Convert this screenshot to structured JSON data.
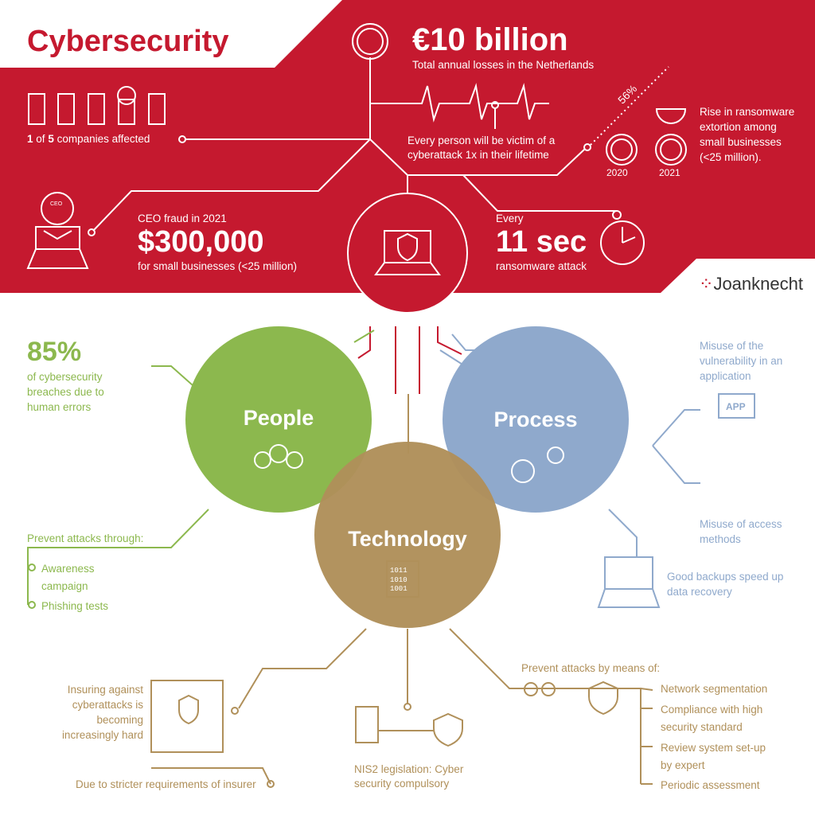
{
  "title": "Cybersecurity",
  "logo": "Joanknecht",
  "colors": {
    "red": "#c5192f",
    "people": "#8cb84e",
    "process": "#8fa9cc",
    "technology": "#b0905a"
  },
  "top": {
    "losses_value": "€10 billion",
    "losses_label": "Total annual losses in the Netherlands",
    "companies_n": "1",
    "companies_of": "of",
    "companies_total": "5",
    "companies_label": "companies affected",
    "victim_text": "Every person will be victim of a cyberattack 1x in their lifetime",
    "rise_pct": "56%",
    "year_a": "2020",
    "year_b": "2021",
    "rise_text": "Rise in ransomware extortion among small businesses (<25 million).",
    "ceo_pre": "CEO fraud in 2021",
    "ceo_value": "$300,000",
    "ceo_post": "for small businesses (<25 million)",
    "every": "Every",
    "every_value": "11 sec",
    "every_label": "ransomware attack",
    "ceo_badge": "CEO"
  },
  "circles": {
    "people": "People",
    "process": "Process",
    "technology": "Technology"
  },
  "people": {
    "pct": "85%",
    "pct_label": "of cybersecurity breaches due to human errors",
    "prevent": "Prevent attacks through:",
    "items": [
      "Awareness campaign",
      "Phishing tests"
    ]
  },
  "process": {
    "misuse_app": "Misuse of the vulnerability in an application",
    "app_badge": "APP",
    "misuse_access": "Misuse of access methods",
    "backups": "Good backups speed up data recovery"
  },
  "technology": {
    "chip": "1011 1010 1001",
    "insuring": "Insuring against cyberattacks is becoming increasingly hard",
    "insurer": "Due to stricter requirements of insurer",
    "nis2": "NIS2 legislation: Cyber security compulsory",
    "prevent": "Prevent attacks by means of:",
    "items": [
      "Network segmentation",
      "Compliance with high security standard",
      "Review system set-up by expert",
      "Periodic assessment"
    ]
  }
}
